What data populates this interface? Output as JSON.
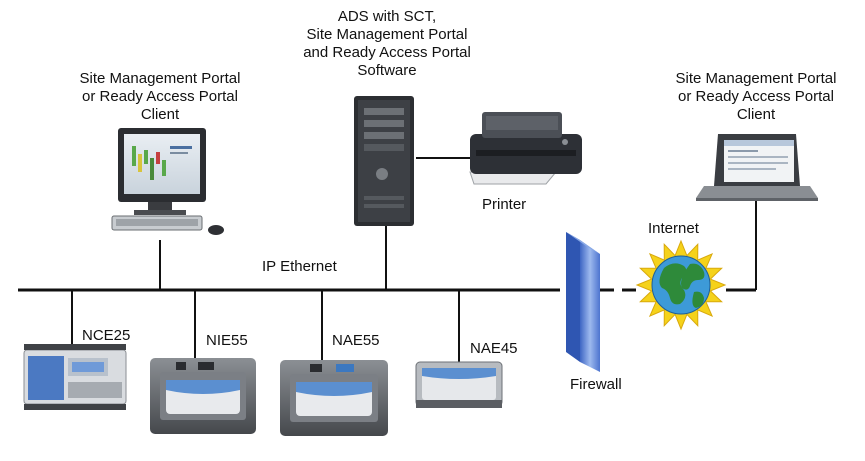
{
  "labels": {
    "server_lines": [
      "ADS with SCT,",
      "Site Management Portal",
      "and Ready Access Portal",
      "Software"
    ],
    "client_left_lines": [
      "Site Management Portal",
      "or Ready Access Portal",
      "Client"
    ],
    "client_right_lines": [
      "Site Management Portal",
      "or Ready Access Portal",
      "Client"
    ],
    "printer": "Printer",
    "network": "IP Ethernet",
    "internet": "Internet",
    "firewall": "Firewall",
    "nce25": "NCE25",
    "nie55": "NIE55",
    "nae55": "NAE55",
    "nae45": "NAE45"
  },
  "colors": {
    "line": "#111111",
    "firewall": "#5a7fd0",
    "sun": "#f5d21a",
    "globe_ocean": "#3d9ad8",
    "globe_land": "#2e8a3a",
    "device_gray": "#5e6166",
    "device_blue": "#5b8fd0"
  }
}
